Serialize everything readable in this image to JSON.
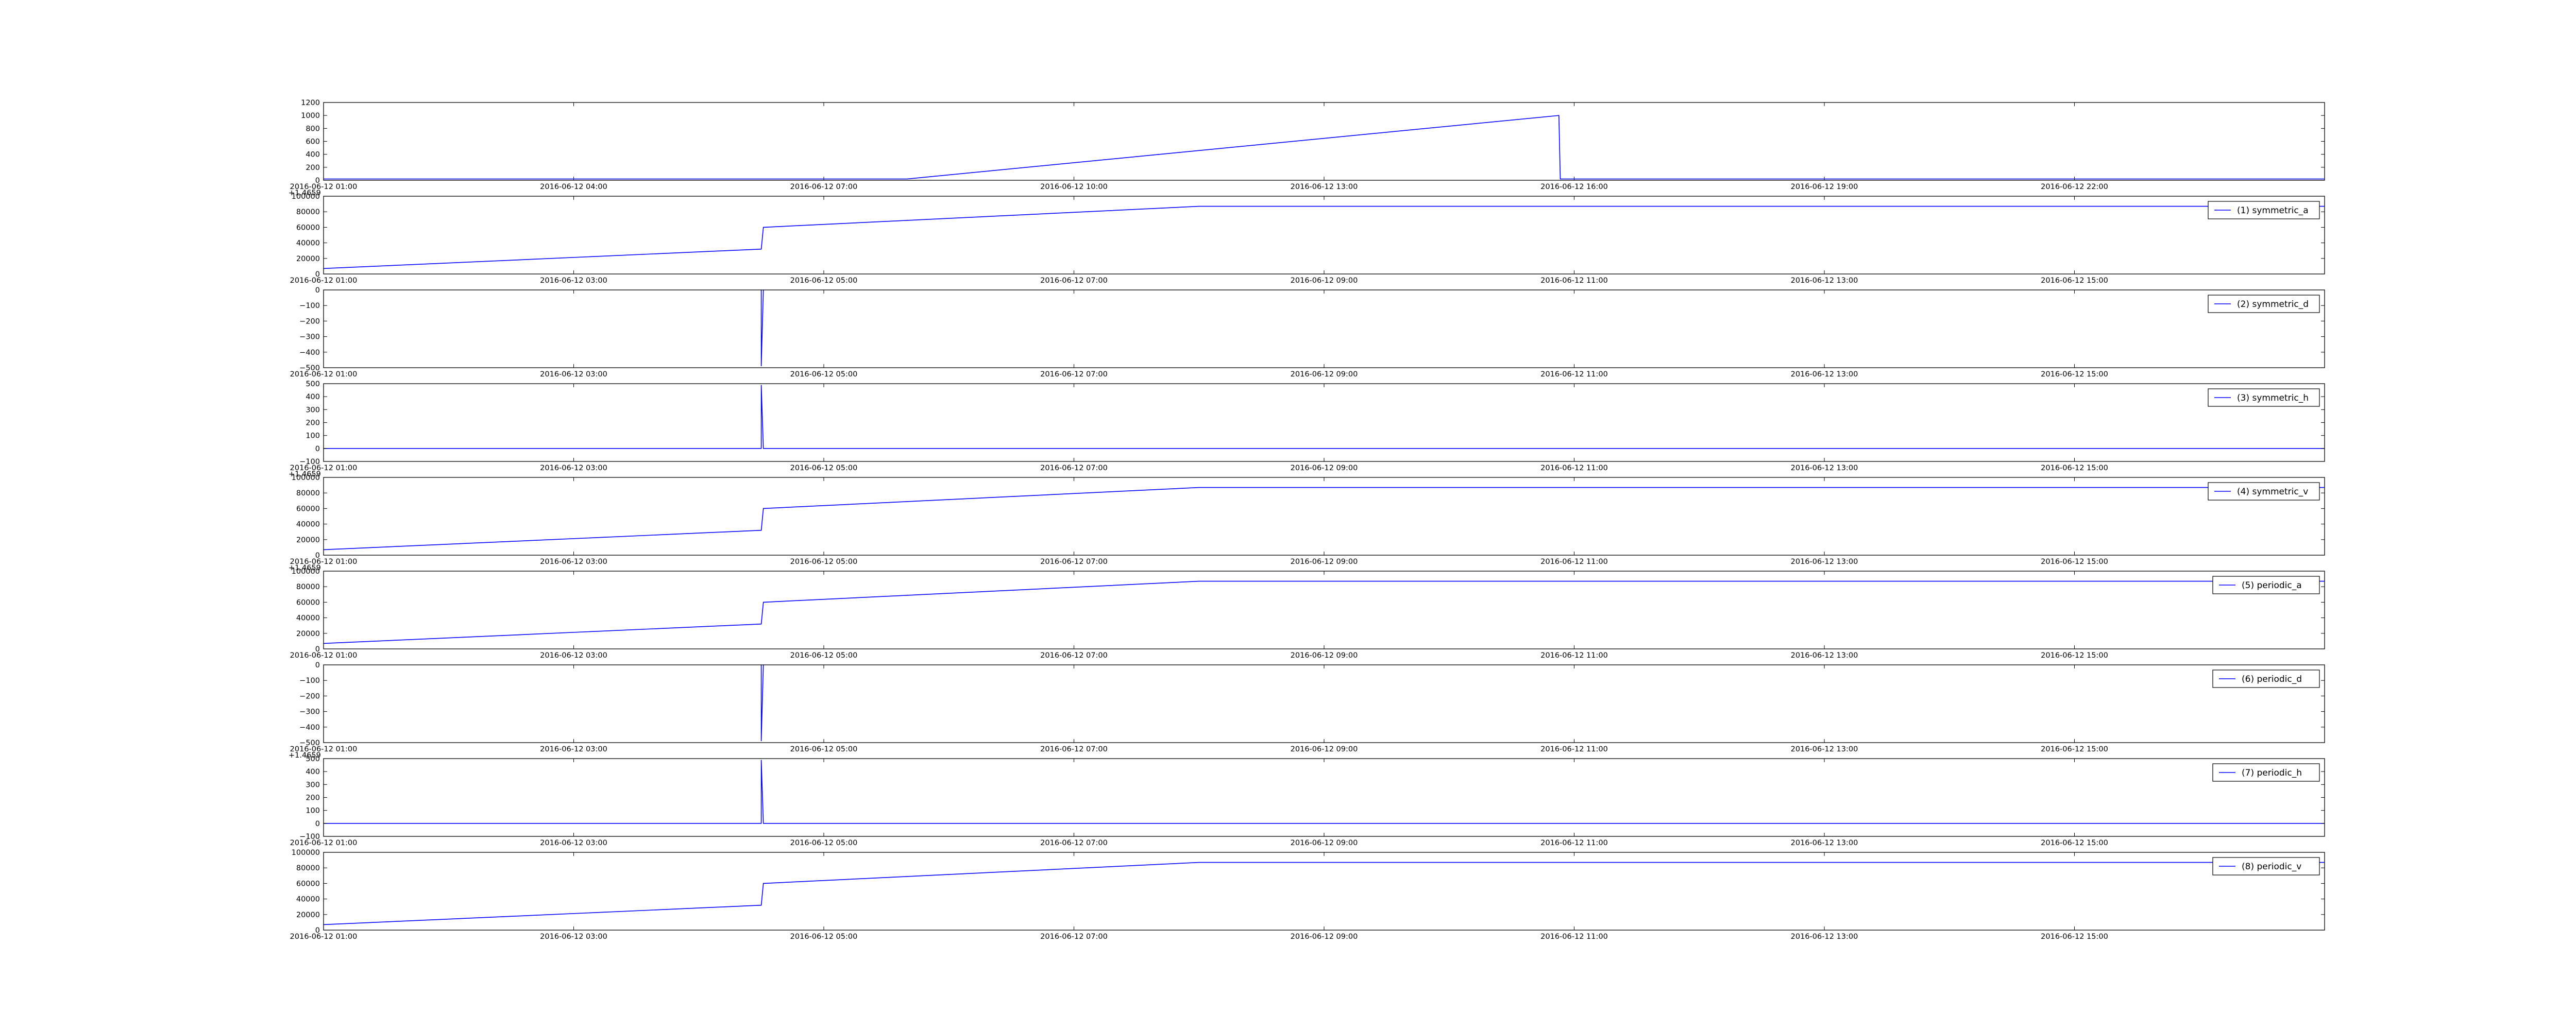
{
  "colors": {
    "line": "#0000ff",
    "axes": "#000000",
    "background": "#ffffff"
  },
  "chart_data": [
    {
      "type": "line",
      "xlim": [
        "2016-06-12 01:00",
        "2016-06-13 01:00"
      ],
      "ylim": [
        0,
        1200
      ],
      "yticks": [
        "0",
        "200",
        "400",
        "600",
        "800",
        "1000",
        "1200"
      ],
      "xticks": [
        "2016-06-12 01:00",
        "2016-06-12 04:00",
        "2016-06-12 07:00",
        "2016-06-12 10:00",
        "2016-06-12 13:00",
        "2016-06-12 16:00",
        "2016-06-12 19:00",
        "2016-06-12 22:00"
      ],
      "offset_text": "",
      "legend": null,
      "series": [
        {
          "points": [
            [
              "2016-06-12 01:00",
              20
            ],
            [
              "2016-06-12 08:00",
              20
            ],
            [
              "2016-06-12 15:49",
              1000
            ],
            [
              "2016-06-12 15:50",
              20
            ],
            [
              "2016-06-13 01:00",
              20
            ]
          ]
        }
      ]
    },
    {
      "type": "line",
      "xlim": [
        "2016-06-12 01:00",
        "2016-06-12 17:00"
      ],
      "ylim": [
        0,
        100000
      ],
      "yticks": [
        "0",
        "20000",
        "40000",
        "60000",
        "80000",
        "100000"
      ],
      "xticks": [
        "2016-06-12 01:00",
        "2016-06-12 03:00",
        "2016-06-12 05:00",
        "2016-06-12 07:00",
        "2016-06-12 09:00",
        "2016-06-12 11:00",
        "2016-06-12 13:00",
        "2016-06-12 15:00"
      ],
      "offset_text": "+1.4659",
      "legend": "(1) symmetric_a",
      "legend_position": "top-right",
      "series": [
        {
          "name": "(1) symmetric_a",
          "points": [
            [
              "2016-06-12 01:00",
              7000
            ],
            [
              "2016-06-12 04:30",
              32000
            ],
            [
              "2016-06-12 04:31",
              60000
            ],
            [
              "2016-06-12 08:00",
              87000
            ],
            [
              "2016-06-12 17:00",
              87000
            ]
          ]
        }
      ]
    },
    {
      "type": "line",
      "xlim": [
        "2016-06-12 01:00",
        "2016-06-12 17:00"
      ],
      "ylim": [
        -500,
        0
      ],
      "yticks": [
        "−500",
        "−400",
        "−300",
        "−200",
        "−100",
        "0"
      ],
      "xticks": [
        "2016-06-12 01:00",
        "2016-06-12 03:00",
        "2016-06-12 05:00",
        "2016-06-12 07:00",
        "2016-06-12 09:00",
        "2016-06-12 11:00",
        "2016-06-12 13:00",
        "2016-06-12 15:00"
      ],
      "offset_text": "",
      "legend": "(2) symmetric_d",
      "legend_position": "top-right",
      "series": [
        {
          "name": "(2) symmetric_d",
          "points": [
            [
              "2016-06-12 04:30",
              0
            ],
            [
              "2016-06-12 04:30",
              -490
            ],
            [
              "2016-06-12 04:31",
              0
            ]
          ]
        }
      ]
    },
    {
      "type": "line",
      "xlim": [
        "2016-06-12 01:00",
        "2016-06-12 17:00"
      ],
      "ylim": [
        -100,
        500
      ],
      "yticks": [
        "−100",
        "0",
        "100",
        "200",
        "300",
        "400",
        "500"
      ],
      "xticks": [
        "2016-06-12 01:00",
        "2016-06-12 03:00",
        "2016-06-12 05:00",
        "2016-06-12 07:00",
        "2016-06-12 09:00",
        "2016-06-12 11:00",
        "2016-06-12 13:00",
        "2016-06-12 15:00"
      ],
      "offset_text": "",
      "legend": "(3) symmetric_h",
      "legend_position": "top-right",
      "series": [
        {
          "name": "(3) symmetric_h",
          "points": [
            [
              "2016-06-12 01:00",
              0
            ],
            [
              "2016-06-12 04:30",
              0
            ],
            [
              "2016-06-12 04:30",
              490
            ],
            [
              "2016-06-12 04:31",
              0
            ],
            [
              "2016-06-12 17:00",
              0
            ]
          ]
        }
      ]
    },
    {
      "type": "line",
      "xlim": [
        "2016-06-12 01:00",
        "2016-06-12 17:00"
      ],
      "ylim": [
        0,
        100000
      ],
      "yticks": [
        "0",
        "20000",
        "40000",
        "60000",
        "80000",
        "100000"
      ],
      "xticks": [
        "2016-06-12 01:00",
        "2016-06-12 03:00",
        "2016-06-12 05:00",
        "2016-06-12 07:00",
        "2016-06-12 09:00",
        "2016-06-12 11:00",
        "2016-06-12 13:00",
        "2016-06-12 15:00"
      ],
      "offset_text": "+1.4659",
      "legend": "(4) symmetric_v",
      "legend_position": "top-right",
      "series": [
        {
          "name": "(4) symmetric_v",
          "points": [
            [
              "2016-06-12 01:00",
              7000
            ],
            [
              "2016-06-12 04:30",
              32000
            ],
            [
              "2016-06-12 04:31",
              60000
            ],
            [
              "2016-06-12 08:00",
              87000
            ],
            [
              "2016-06-12 17:00",
              87000
            ]
          ]
        }
      ]
    },
    {
      "type": "line",
      "xlim": [
        "2016-06-12 01:00",
        "2016-06-12 17:00"
      ],
      "ylim": [
        0,
        100000
      ],
      "yticks": [
        "0",
        "20000",
        "40000",
        "60000",
        "80000",
        "100000"
      ],
      "xticks": [
        "2016-06-12 01:00",
        "2016-06-12 03:00",
        "2016-06-12 05:00",
        "2016-06-12 07:00",
        "2016-06-12 09:00",
        "2016-06-12 11:00",
        "2016-06-12 13:00",
        "2016-06-12 15:00"
      ],
      "offset_text": "+1.4659",
      "legend": "(5) periodic_a",
      "legend_position": "top-right",
      "series": [
        {
          "name": "(5) periodic_a",
          "points": [
            [
              "2016-06-12 01:00",
              7000
            ],
            [
              "2016-06-12 04:30",
              32000
            ],
            [
              "2016-06-12 04:31",
              60000
            ],
            [
              "2016-06-12 08:00",
              87000
            ],
            [
              "2016-06-12 17:00",
              87000
            ]
          ]
        }
      ]
    },
    {
      "type": "line",
      "xlim": [
        "2016-06-12 01:00",
        "2016-06-12 17:00"
      ],
      "ylim": [
        -500,
        0
      ],
      "yticks": [
        "−500",
        "−400",
        "−300",
        "−200",
        "−100",
        "0"
      ],
      "xticks": [
        "2016-06-12 01:00",
        "2016-06-12 03:00",
        "2016-06-12 05:00",
        "2016-06-12 07:00",
        "2016-06-12 09:00",
        "2016-06-12 11:00",
        "2016-06-12 13:00",
        "2016-06-12 15:00"
      ],
      "offset_text": "",
      "legend": "(6) periodic_d",
      "legend_position": "top-right",
      "series": [
        {
          "name": "(6) periodic_d",
          "points": [
            [
              "2016-06-12 04:30",
              0
            ],
            [
              "2016-06-12 04:30",
              -490
            ],
            [
              "2016-06-12 04:31",
              0
            ]
          ]
        }
      ]
    },
    {
      "type": "line",
      "xlim": [
        "2016-06-12 01:00",
        "2016-06-12 17:00"
      ],
      "ylim": [
        -100,
        500
      ],
      "yticks": [
        "−100",
        "0",
        "100",
        "200",
        "300",
        "400",
        "500"
      ],
      "xticks": [
        "2016-06-12 01:00",
        "2016-06-12 03:00",
        "2016-06-12 05:00",
        "2016-06-12 07:00",
        "2016-06-12 09:00",
        "2016-06-12 11:00",
        "2016-06-12 13:00",
        "2016-06-12 15:00"
      ],
      "offset_text": "+1.4659",
      "legend": "(7) periodic_h",
      "legend_position": "top-right",
      "series": [
        {
          "name": "(7) periodic_h",
          "points": [
            [
              "2016-06-12 01:00",
              0
            ],
            [
              "2016-06-12 04:30",
              0
            ],
            [
              "2016-06-12 04:30",
              490
            ],
            [
              "2016-06-12 04:31",
              0
            ],
            [
              "2016-06-12 17:00",
              0
            ]
          ]
        }
      ]
    },
    {
      "type": "line",
      "xlim": [
        "2016-06-12 01:00",
        "2016-06-12 17:00"
      ],
      "ylim": [
        0,
        100000
      ],
      "yticks": [
        "0",
        "20000",
        "40000",
        "60000",
        "80000",
        "100000"
      ],
      "xticks": [
        "2016-06-12 01:00",
        "2016-06-12 03:00",
        "2016-06-12 05:00",
        "2016-06-12 07:00",
        "2016-06-12 09:00",
        "2016-06-12 11:00",
        "2016-06-12 13:00",
        "2016-06-12 15:00"
      ],
      "offset_text": "",
      "legend": "(8) periodic_v",
      "legend_position": "top-right",
      "series": [
        {
          "name": "(8) periodic_v",
          "points": [
            [
              "2016-06-12 01:00",
              7000
            ],
            [
              "2016-06-12 04:30",
              32000
            ],
            [
              "2016-06-12 04:31",
              60000
            ],
            [
              "2016-06-12 08:00",
              87000
            ],
            [
              "2016-06-12 17:00",
              87000
            ]
          ]
        }
      ]
    }
  ]
}
